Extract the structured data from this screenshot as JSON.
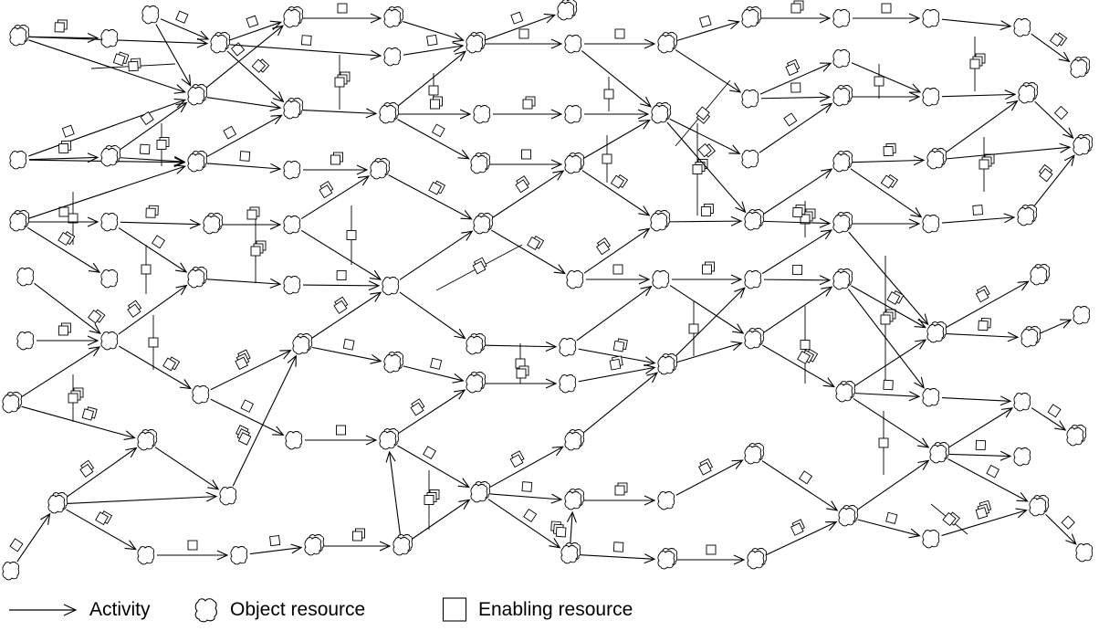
{
  "legend": {
    "activity": "Activity",
    "object_resource": "Object resource",
    "enabling_resource": "Enabling resource"
  },
  "colors": {
    "stroke": "#000000",
    "fill": "#ffffff"
  }
}
